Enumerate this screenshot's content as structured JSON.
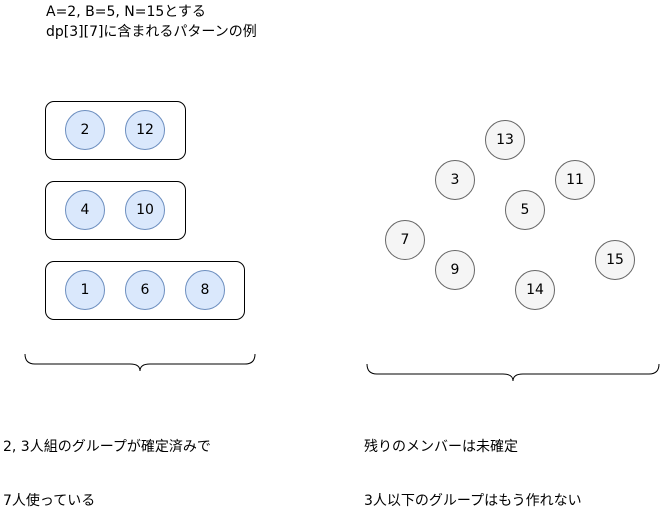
{
  "header": {
    "line1": "A=2, B=5, N=15とする",
    "line2": "dp[3][7]に含まれるパターンの例"
  },
  "groups": [
    {
      "members": [
        "2",
        "12"
      ]
    },
    {
      "members": [
        "4",
        "10"
      ]
    },
    {
      "members": [
        "1",
        "6",
        "8"
      ]
    }
  ],
  "remaining": [
    "13",
    "3",
    "11",
    "5",
    "7",
    "15",
    "9",
    "14"
  ],
  "captions": {
    "left_line1": "2, 3人組のグループが確定済みで",
    "left_line2": "7人使っている",
    "right_line1": "残りのメンバーは未確定",
    "right_line2": "3人以下のグループはもう作れない"
  },
  "colors": {
    "assigned_fill": "#dae8fc",
    "assigned_stroke": "#6c8ebf",
    "remaining_fill": "#f5f5f5",
    "remaining_stroke": "#666666"
  }
}
